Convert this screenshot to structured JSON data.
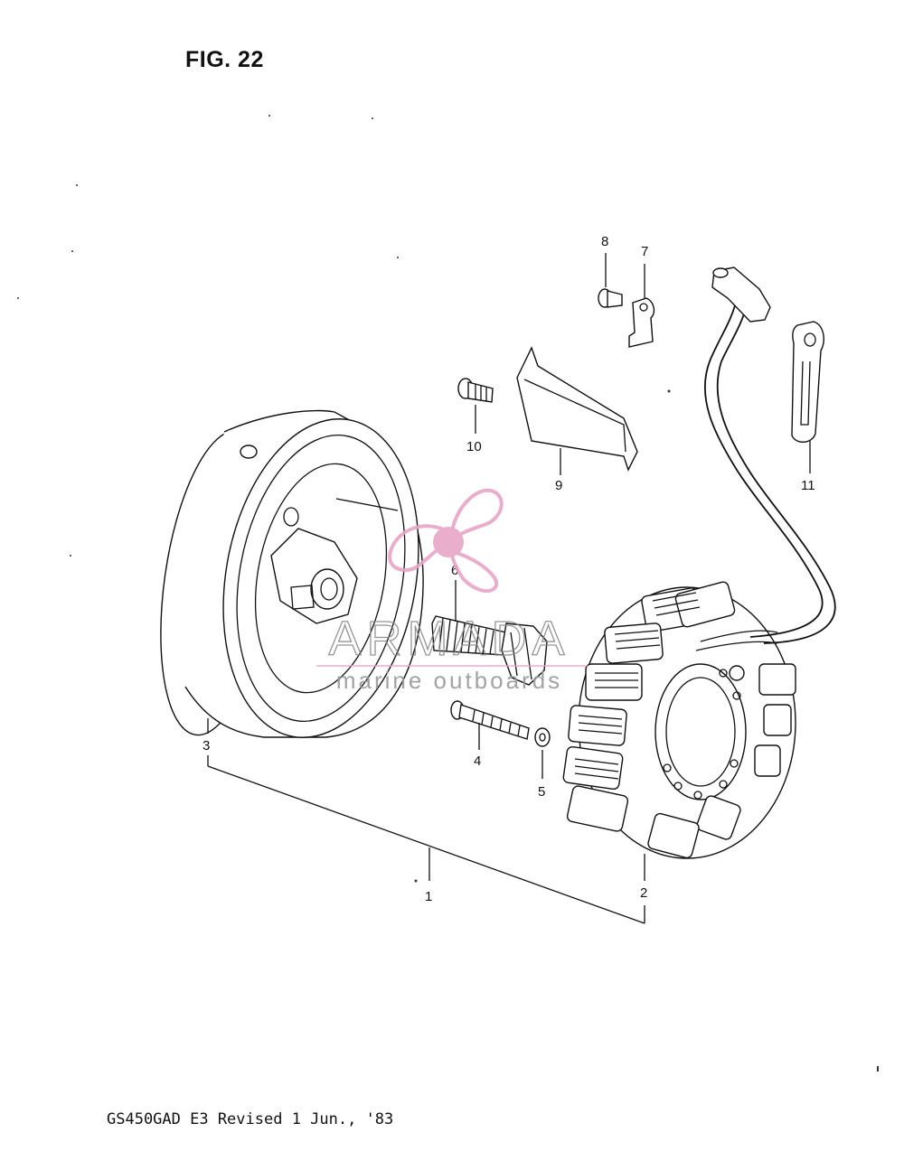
{
  "figure": {
    "title": "FIG. 22",
    "caption": "GS450GAD E3 Revised 1 Jun., '83"
  },
  "callouts": [
    {
      "number": "1"
    },
    {
      "number": "2"
    },
    {
      "number": "3"
    },
    {
      "number": "4"
    },
    {
      "number": "5"
    },
    {
      "number": "6"
    },
    {
      "number": "7"
    },
    {
      "number": "8"
    },
    {
      "number": "9"
    },
    {
      "number": "10"
    },
    {
      "number": "11"
    }
  ],
  "watermark": {
    "brand": "ARMADA",
    "tagline": "marine outboards",
    "color": "#e8a6c8"
  }
}
